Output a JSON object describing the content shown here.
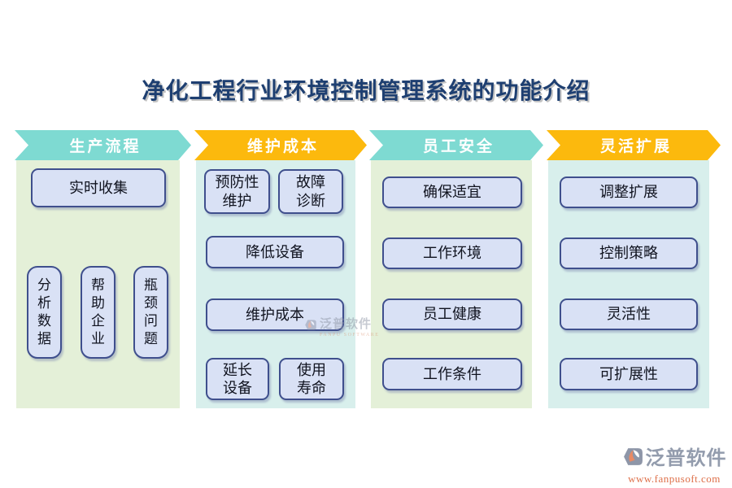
{
  "title": "净化工程行业环境控制管理系统的功能介绍",
  "columns": [
    {
      "header": "生产流程",
      "boxes": [
        "实时收集"
      ],
      "vertical_boxes": [
        "分析数据",
        "帮助企业",
        "瓶颈问题"
      ]
    },
    {
      "header": "维护成本",
      "pair_top": [
        "预防性\n维护",
        "故障\n诊断"
      ],
      "singles": [
        "降低设备",
        "维护成本"
      ],
      "pair_bottom": [
        "延长\n设备",
        "使用\n寿命"
      ]
    },
    {
      "header": "员工安全",
      "boxes": [
        "确保适宜",
        "工作环境",
        "员工健康",
        "工作条件"
      ]
    },
    {
      "header": "灵活扩展",
      "boxes": [
        "调整扩展",
        "控制策略",
        "灵活性",
        "可扩展性"
      ]
    }
  ],
  "watermark": {
    "brand": "泛普软件",
    "brand_sub": "FANPU SOFTWARE"
  },
  "footer": {
    "brand": "泛普软件",
    "url": "www.fanpusoft.com"
  },
  "colors": {
    "header_teal": "#7EDAD2",
    "header_orange": "#FCB90D",
    "column_green_bg": "#E4F0D8",
    "column_cyan_bg": "#D8EFEC",
    "box_fill": "#D9E1F5",
    "box_border": "#3F4F8D",
    "title_text": "#1E3F71",
    "header_text": "#FFFFFF",
    "footer_brand": "#939CAD",
    "footer_url": "#DE704A"
  }
}
